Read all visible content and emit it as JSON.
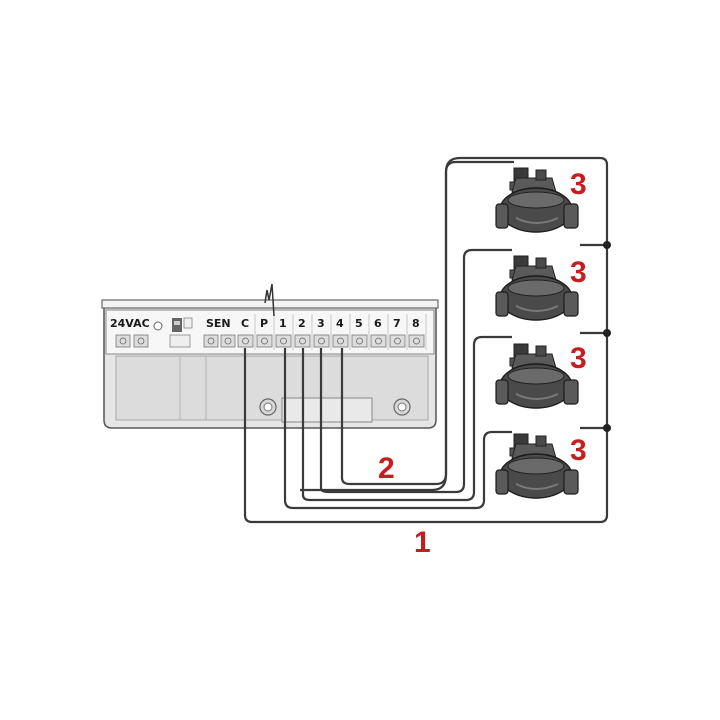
{
  "controller": {
    "terminals": [
      {
        "id": "24vac",
        "label": "24VAC"
      },
      {
        "id": "sen",
        "label": "SEN"
      },
      {
        "id": "c",
        "label": "C"
      },
      {
        "id": "p",
        "label": "P"
      },
      {
        "id": "1",
        "label": "1"
      },
      {
        "id": "2",
        "label": "2"
      },
      {
        "id": "3",
        "label": "3"
      },
      {
        "id": "4",
        "label": "4"
      },
      {
        "id": "5",
        "label": "5"
      },
      {
        "id": "6",
        "label": "6"
      },
      {
        "id": "7",
        "label": "7"
      },
      {
        "id": "8",
        "label": "8"
      }
    ]
  },
  "callouts": {
    "common_wire": "1",
    "station_wires": "2",
    "valves": [
      "3",
      "3",
      "3",
      "3"
    ]
  },
  "colors": {
    "callout": "#c41e1e",
    "wire": "#3a3a3a",
    "controller_body": "#e6e6e6",
    "valve_body": "#4a4a4a"
  }
}
